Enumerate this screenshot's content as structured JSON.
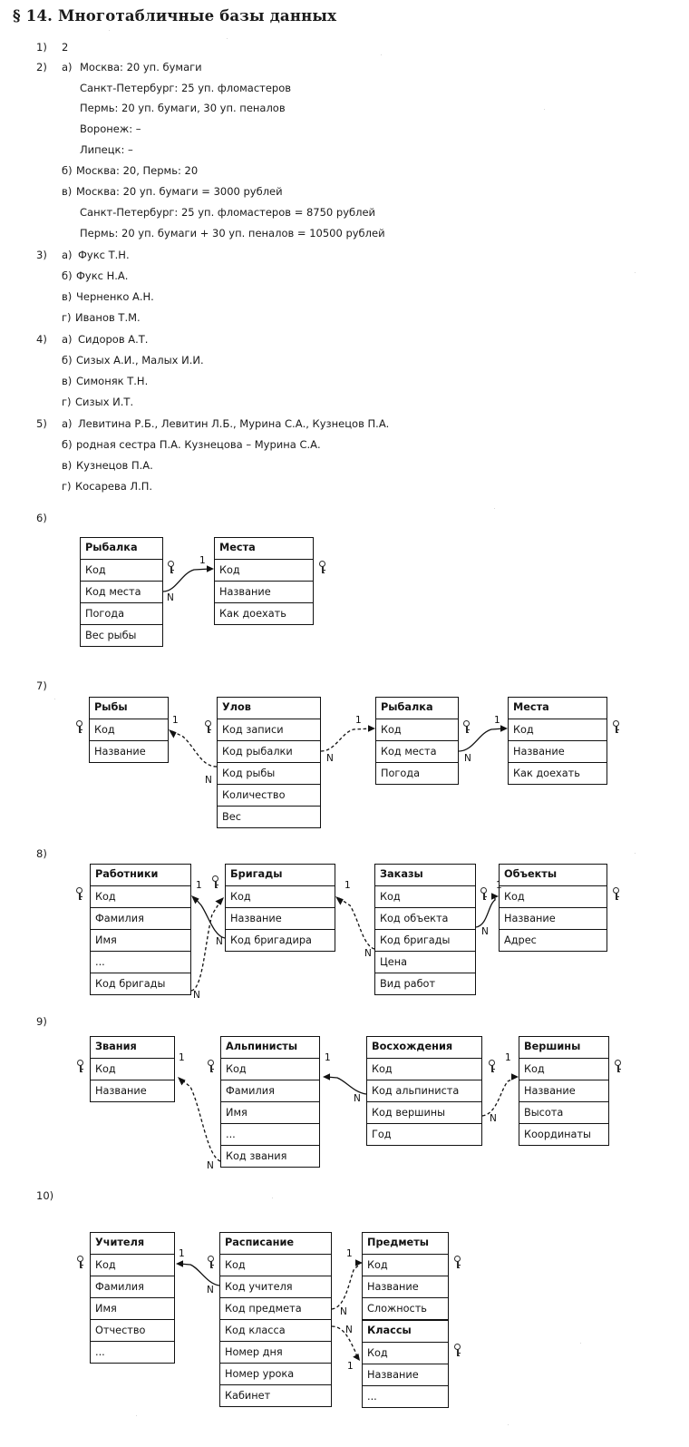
{
  "document": {
    "chapter_title": "§ 14. Многотабличные базы данных"
  },
  "answers": [
    {
      "number": "1)",
      "lines": [
        {
          "label": "",
          "text": "2"
        }
      ]
    },
    {
      "number": "2)",
      "lines": [
        {
          "label": "а)",
          "text": "Москва: 20 уп. бумаги"
        },
        {
          "label": "",
          "text": "Санкт-Петербург: 25 уп. фломастеров"
        },
        {
          "label": "",
          "text": "Пермь: 20 уп. бумаги, 30 уп. пеналов"
        },
        {
          "label": "",
          "text": "Воронеж: –"
        },
        {
          "label": "",
          "text": "Липецк: –"
        },
        {
          "label": "б)",
          "text": "Москва: 20, Пермь: 20"
        },
        {
          "label": "в)",
          "text": "Москва: 20 уп. бумаги = 3000 рублей"
        },
        {
          "label": "",
          "text": "Санкт-Петербург: 25 уп. фломастеров = 8750 рублей"
        },
        {
          "label": "",
          "text": "Пермь: 20 уп. бумаги + 30 уп. пеналов = 10500 рублей"
        }
      ]
    },
    {
      "number": "3)",
      "lines": [
        {
          "label": "а)",
          "text": "Фукс Т.Н."
        },
        {
          "label": "б)",
          "text": "Фукс Н.А."
        },
        {
          "label": "в)",
          "text": "Черненко А.Н."
        },
        {
          "label": "г)",
          "text": "Иванов Т.М."
        }
      ]
    },
    {
      "number": "4)",
      "lines": [
        {
          "label": "а)",
          "text": "Сидоров А.Т."
        },
        {
          "label": "б)",
          "text": "Сизых А.И., Малых И.И."
        },
        {
          "label": "в)",
          "text": "Симоняк Т.Н."
        },
        {
          "label": "г)",
          "text": "Сизых И.Т."
        }
      ]
    },
    {
      "number": "5)",
      "lines": [
        {
          "label": "а)",
          "text": "Левитина Р.Б., Левитин Л.Б., Мурина С.А., Кузнецов П.А."
        },
        {
          "label": "б)",
          "text": "родная сестра П.А. Кузнецова – Мурина С.А."
        },
        {
          "label": "в)",
          "text": "Кузнецов П.А."
        },
        {
          "label": "г)",
          "text": "Косарева Л.П."
        }
      ]
    }
  ],
  "diagrams": [
    {
      "number": "6)",
      "tables": [
        {
          "name": "Рыбалка",
          "fields": [
            "Код",
            "Код места",
            "Погода",
            "Вес рыбы"
          ]
        },
        {
          "name": "Места",
          "fields": [
            "Код",
            "Название",
            "Как доехать"
          ]
        }
      ],
      "relations": [
        {
          "from": "Рыбалка.Код места",
          "to": "Места.Код",
          "from_card": "N",
          "to_card": "1"
        }
      ]
    },
    {
      "number": "7)",
      "tables": [
        {
          "name": "Рыбы",
          "fields": [
            "Код",
            "Название"
          ]
        },
        {
          "name": "Улов",
          "fields": [
            "Код записи",
            "Код рыбалки",
            "Код рыбы",
            "Количество",
            "Вес"
          ]
        },
        {
          "name": "Рыбалка",
          "fields": [
            "Код",
            "Код места",
            "Погода"
          ]
        },
        {
          "name": "Места",
          "fields": [
            "Код",
            "Название",
            "Как доехать"
          ]
        }
      ],
      "relations": [
        {
          "from": "Улов.Код рыбы",
          "to": "Рыбы.Код",
          "from_card": "N",
          "to_card": "1"
        },
        {
          "from": "Улов.Код рыбалки",
          "to": "Рыбалка.Код",
          "from_card": "N",
          "to_card": "1"
        },
        {
          "from": "Рыбалка.Код места",
          "to": "Места.Код",
          "from_card": "N",
          "to_card": "1"
        }
      ]
    },
    {
      "number": "8)",
      "tables": [
        {
          "name": "Работники",
          "fields": [
            "Код",
            "Фамилия",
            "Имя",
            "...",
            "Код бригады"
          ]
        },
        {
          "name": "Бригады",
          "fields": [
            "Код",
            "Название",
            "Код бригадира"
          ]
        },
        {
          "name": "Заказы",
          "fields": [
            "Код",
            "Код объекта",
            "Код бригады",
            "Цена",
            "Вид работ"
          ]
        },
        {
          "name": "Объекты",
          "fields": [
            "Код",
            "Название",
            "Адрес"
          ]
        }
      ],
      "relations": [
        {
          "from": "Бригады.Код бригадира",
          "to": "Работники.Код",
          "from_card": "N",
          "to_card": "1"
        },
        {
          "from": "Работники.Код бригады",
          "to": "Бригады.Код",
          "from_card": "N",
          "to_card": "1"
        },
        {
          "from": "Заказы.Код бригады",
          "to": "Бригады.Код",
          "from_card": "N",
          "to_card": "1"
        },
        {
          "from": "Заказы.Код объекта",
          "to": "Объекты.Код",
          "from_card": "N",
          "to_card": "1"
        }
      ]
    },
    {
      "number": "9)",
      "tables": [
        {
          "name": "Звания",
          "fields": [
            "Код",
            "Название"
          ]
        },
        {
          "name": "Альпинисты",
          "fields": [
            "Код",
            "Фамилия",
            "Имя",
            "...",
            "Код звания"
          ]
        },
        {
          "name": "Восхождения",
          "fields": [
            "Код",
            "Код альпиниста",
            "Код вершины",
            "Год"
          ]
        },
        {
          "name": "Вершины",
          "fields": [
            "Код",
            "Название",
            "Высота",
            "Координаты"
          ]
        }
      ],
      "relations": [
        {
          "from": "Альпинисты.Код звания",
          "to": "Звания.Код",
          "from_card": "N",
          "to_card": "1"
        },
        {
          "from": "Восхождения.Код альпиниста",
          "to": "Альпинисты.Код",
          "from_card": "N",
          "to_card": "1"
        },
        {
          "from": "Восхождения.Код вершины",
          "to": "Вершины.Код",
          "from_card": "N",
          "to_card": "1"
        }
      ]
    },
    {
      "number": "10)",
      "tables": [
        {
          "name": "Учителя",
          "fields": [
            "Код",
            "Фамилия",
            "Имя",
            "Отчество",
            "..."
          ]
        },
        {
          "name": "Расписание",
          "fields": [
            "Код",
            "Код учителя",
            "Код предмета",
            "Код класса",
            "Номер дня",
            "Номер урока",
            "Кабинет"
          ]
        },
        {
          "name": "Предметы",
          "fields": [
            "Код",
            "Название",
            "Сложность"
          ]
        },
        {
          "name": "Классы",
          "fields": [
            "Код",
            "Название",
            "..."
          ]
        }
      ],
      "relations": [
        {
          "from": "Расписание.Код учителя",
          "to": "Учителя.Код",
          "from_card": "N",
          "to_card": "1"
        },
        {
          "from": "Расписание.Код предмета",
          "to": "Предметы.Код",
          "from_card": "N",
          "to_card": "1"
        },
        {
          "from": "Расписание.Код класса",
          "to": "Классы.Код",
          "from_card": "N",
          "to_card": "1"
        }
      ]
    }
  ],
  "icons": {
    "primary_key": "key-icon"
  },
  "colors": {
    "ink": "#111111",
    "paper": "#ffffff"
  }
}
